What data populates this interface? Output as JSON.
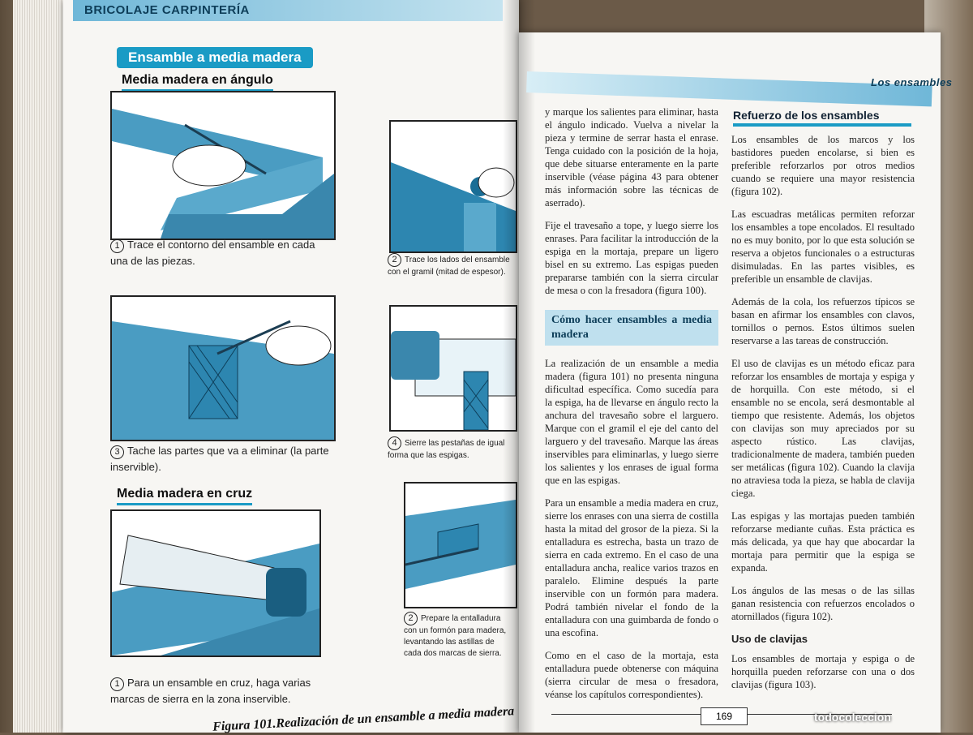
{
  "left_page": {
    "header": "BRICOLAJE CARPINTERÍA",
    "section_title": "Ensamble a media madera",
    "subtitle_1": "Media madera en ángulo",
    "subtitle_2": "Media madera en cruz",
    "captions": [
      {
        "num": "1",
        "text": "Trace el contorno del ensamble en cada una de las piezas."
      },
      {
        "num": "2",
        "text": "Trace los lados del ensamble con el gramil (mitad de espesor)."
      },
      {
        "num": "3",
        "text": "Tache las partes que va a eliminar (la parte inservible)."
      },
      {
        "num": "4",
        "text": "Sierre las pestañas de igual forma que las espigas."
      },
      {
        "num": "2",
        "text": "Prepare la entalladura con un formón para madera, levantando las astillas de cada dos marcas de sierra."
      },
      {
        "num": "1",
        "text": "Para un ensamble en cruz, haga varias marcas de sierra en la zona inservible."
      }
    ],
    "figure_caption": "Figura 101.Realización de un ensamble a media madera"
  },
  "right_page": {
    "header": "Los ensambles",
    "col1_p1": "y marque los salientes para eliminar, hasta el ángulo indicado. Vuelva a nivelar la pieza y termine de serrar hasta el enrase. Tenga cuidado con la posición de la hoja, que debe situarse enteramente en la parte inservible (véase página 43 para obtener más información sobre las técnicas de aserrado).",
    "col1_p2": "Fije el travesaño a tope, y luego sierre los enrases. Para facilitar la introducción de la espiga en la mortaja, prepare un ligero bisel en su extremo. Las espigas pueden prepararse también con la sierra circular de mesa o con la fresadora (figura 100).",
    "col1_heading": "Cómo hacer ensambles a media madera",
    "col1_p3": "La realización de un ensamble a media madera (figura 101) no presenta ninguna dificultad específica. Como sucedía para la espiga, ha de llevarse en ángulo recto la anchura del travesaño sobre el larguero. Marque con el gramil el eje del canto del larguero y del travesaño. Marque las áreas inservibles para eliminarlas, y luego sierre los salientes y los enrases de igual forma que en las espigas.",
    "col1_p4": "Para un ensamble a media madera en cruz, sierre los enrases con una sierra de costilla hasta la mitad del grosor de la pieza. Si la entalladura es estrecha, basta un trazo de sierra en cada extremo. En el caso de una entalladura ancha, realice varios trazos en paralelo. Elimine después la parte inservible con un formón para madera. Podrá también nivelar el fondo de la entalladura con una guimbarda de fondo o una escofina.",
    "col1_p5": "Como en el caso de la mortaja, esta entalladura puede obtenerse con máquina (sierra circular de mesa o fresadora, véanse los capítulos correspondientes).",
    "col2_heading": "Refuerzo de los ensambles",
    "col2_p1": "Los ensambles de los marcos y los bastidores pueden encolarse, si bien es preferible reforzarlos por otros medios cuando se requiere una mayor resistencia (figura 102).",
    "col2_p2": "Las escuadras metálicas permiten reforzar los ensambles a tope encolados. El resultado no es muy bonito, por lo que esta solución se reserva a objetos funcionales o a estructuras disimuladas. En las partes visibles, es preferible un ensamble de clavijas.",
    "col2_p3": "Además de la cola, los refuerzos típicos se basan en afirmar los ensambles con clavos, tornillos o pernos. Estos últimos suelen reservarse a las tareas de construcción.",
    "col2_p4": "El uso de clavijas es un método eficaz para reforzar los ensambles de mortaja y espiga y de horquilla. Con este método, si el ensamble no se encola, será desmontable al tiempo que resistente. Además, los objetos con clavijas son muy apreciados por su aspecto rústico. Las clavijas, tradicionalmente de madera, también pueden ser metálicas (figura 102). Cuando la clavija no atraviesa toda la pieza, se habla de clavija ciega.",
    "col2_p5": "Las espigas y las mortajas pueden también reforzarse mediante cuñas. Esta práctica es más delicada, ya que hay que abocardar la mortaja para permitir que la espiga se expanda.",
    "col2_p6": "Los ángulos de las mesas o de las sillas ganan resistencia con refuerzos encolados o atornillados (figura 102).",
    "col2_subheading": "Uso de clavijas",
    "col2_p7": "Los ensambles de mortaja y espiga o de horquilla pueden reforzarse con una o dos clavijas (figura 103).",
    "page_number": "169"
  },
  "watermark": "todocoleccion",
  "colors": {
    "accent": "#1a9bc5",
    "wood": "#3d8fb3",
    "light_band": "#bfe0ee"
  }
}
